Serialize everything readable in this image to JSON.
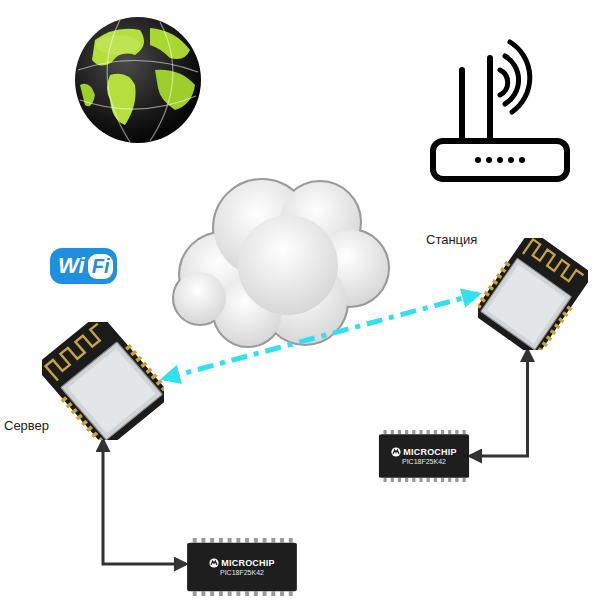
{
  "diagram": {
    "nodes": [
      {
        "text": [
          "Станция"
        ]
      },
      {
        "text": [
          "Сервер"
        ]
      },
      {
        "text": [
          "MICROCHIP",
          "PIC18F25K42"
        ]
      },
      {
        "text": [
          "MICROCHIP",
          "PIC18F25K42"
        ]
      }
    ],
    "edges": [
      {
        "from": 1,
        "to": 0,
        "arrow": "both"
      },
      {
        "from": 2,
        "to": 0,
        "arrow": "both"
      },
      {
        "from": 3,
        "to": 1,
        "arrow": "both"
      }
    ],
    "labels": [
      "Wi",
      "Fi"
    ]
  }
}
